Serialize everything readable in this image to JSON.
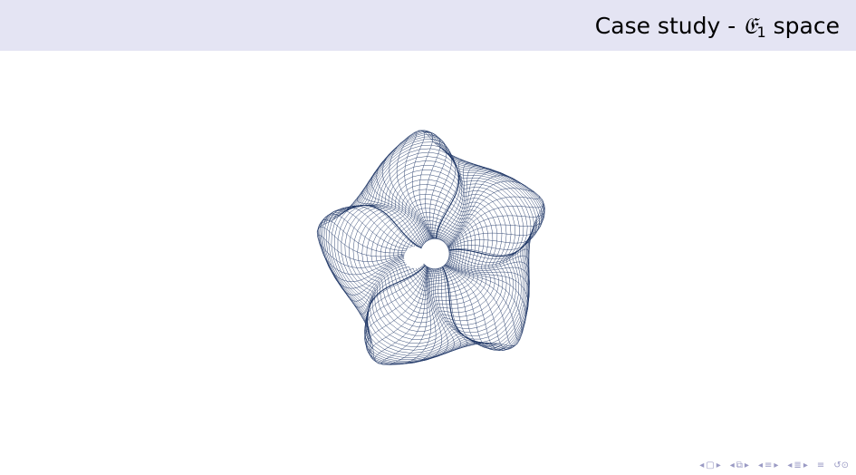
{
  "header": {
    "title_prefix": "Case study - ",
    "title_symbol": "𝔈",
    "title_subscript": "1",
    "title_suffix": " space",
    "background_color": "#e4e4f3"
  },
  "figure": {
    "stroke_color": "#1f3766"
  },
  "navigation": {
    "icons": [
      "arrow-left-icon",
      "frame-icon",
      "arrow-right-icon",
      "arrow-left-icon",
      "subsection-icon",
      "arrow-right-icon",
      "arrow-left-icon",
      "section-icon",
      "arrow-right-icon",
      "arrow-left-icon",
      "document-icon",
      "arrow-right-icon",
      "align-icon",
      "search-icon"
    ],
    "color": "#9a9ac4"
  }
}
